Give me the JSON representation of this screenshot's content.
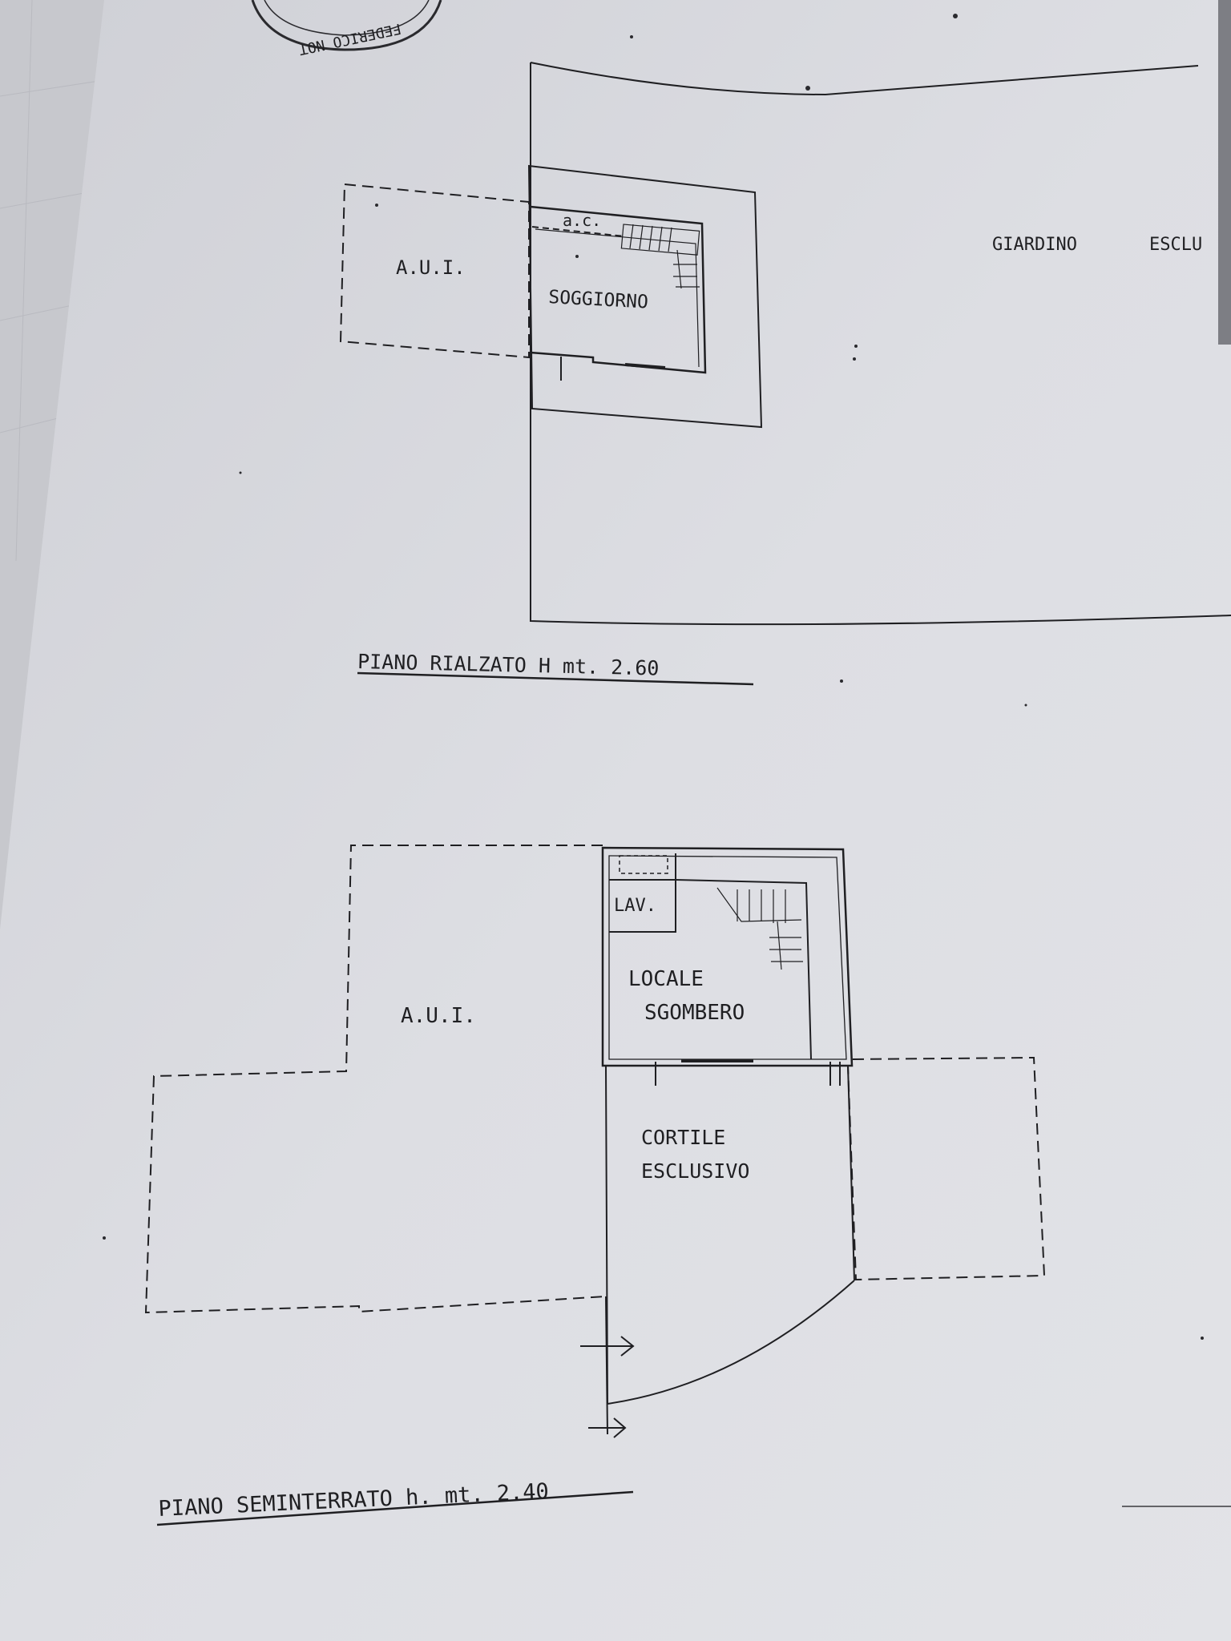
{
  "stamp_text": "FEDERICO NOT",
  "upper_plan": {
    "aui_label": "A.U.I.",
    "ac_label": "a.c.",
    "room_label": "SOGGIORNO",
    "garden_label": "GIARDINO",
    "garden_label_2": "ESCLU",
    "caption": "PIANO RIALZATO H mt.  2.60"
  },
  "lower_plan": {
    "aui_label": "A.U.I.",
    "lav_label": "LAV.",
    "room_label_line1": "LOCALE",
    "room_label_line2": "SGOMBERO",
    "courtyard_line1": "CORTILE",
    "courtyard_line2": "ESCLUSIVO",
    "caption": "PIANO SEMINTERRATO h.  mt.  2.40"
  },
  "colors": {
    "paper": "#dcdde2",
    "ink": "#1f1f22",
    "margin_sheet": "#c9cacf"
  }
}
